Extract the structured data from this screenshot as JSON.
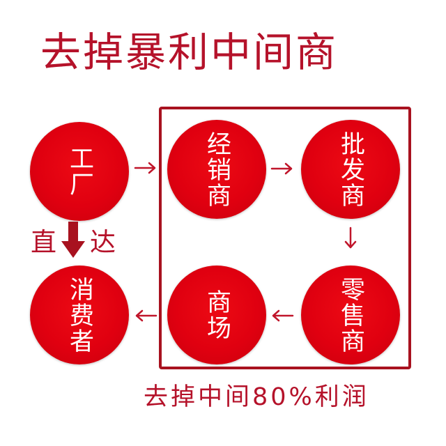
{
  "title": "去掉暴利中间商",
  "nodes": {
    "factory": "工厂",
    "distributor": "经销商",
    "wholesaler": "批发商",
    "retailer": "零售商",
    "mall": "商场",
    "consumer": "消费者"
  },
  "direct": {
    "left": "直",
    "right": "达"
  },
  "bottom_text": "去掉中间80%利润",
  "colors": {
    "circle": "#e00010",
    "text": "#b5122a",
    "frame": "#a8121f"
  }
}
